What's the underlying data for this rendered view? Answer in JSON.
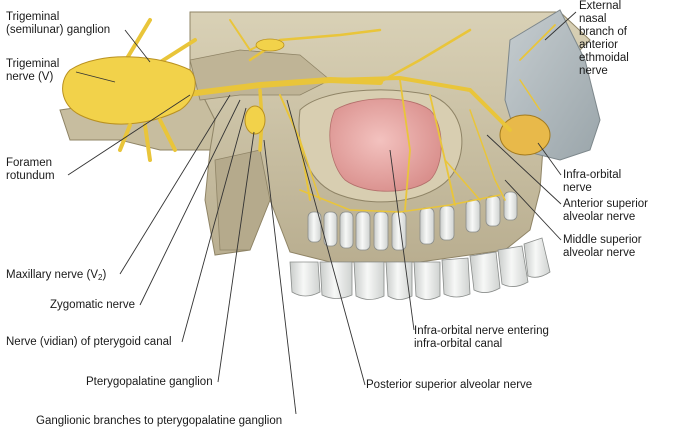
{
  "labels": {
    "trigeminal_ganglion": [
      "Trigeminal",
      "(semilunar) ganglion"
    ],
    "trigeminal_nerve": [
      "Trigeminal",
      "nerve (V)"
    ],
    "foramen_rotundum": [
      "Foramen",
      "rotundum"
    ],
    "maxillary_nerve": {
      "text": "Maxillary nerve (V",
      "sub": "2",
      "close": ")"
    },
    "zygomatic_nerve": "Zygomatic nerve",
    "vidian_nerve": "Nerve (vidian) of pterygoid canal",
    "pterygopalatine_ganglion": "Pterygopalatine ganglion",
    "ganglionic_branches": "Ganglionic branches to pterygopalatine ganglion",
    "posterior_superior_alveolar": "Posterior superior alveolar nerve",
    "infraorbital_entering": [
      "Infra-orbital nerve entering",
      "infra-orbital canal"
    ],
    "middle_superior_alveolar": [
      "Middle superior",
      "alveolar nerve"
    ],
    "anterior_superior_alveolar": [
      "Anterior superior",
      "alveolar nerve"
    ],
    "infraorbital_nerve": [
      "Infra-orbital",
      "nerve"
    ],
    "external_nasal": [
      "External",
      "nasal",
      "branch of",
      "anterior",
      "ethmoidal",
      "nerve"
    ]
  },
  "colors": {
    "nerve": "#f2d24a",
    "bone": "#cbc2a6",
    "sinus": "#e7a7a4",
    "tooth": "#eef0ef",
    "leader": "#333333"
  }
}
